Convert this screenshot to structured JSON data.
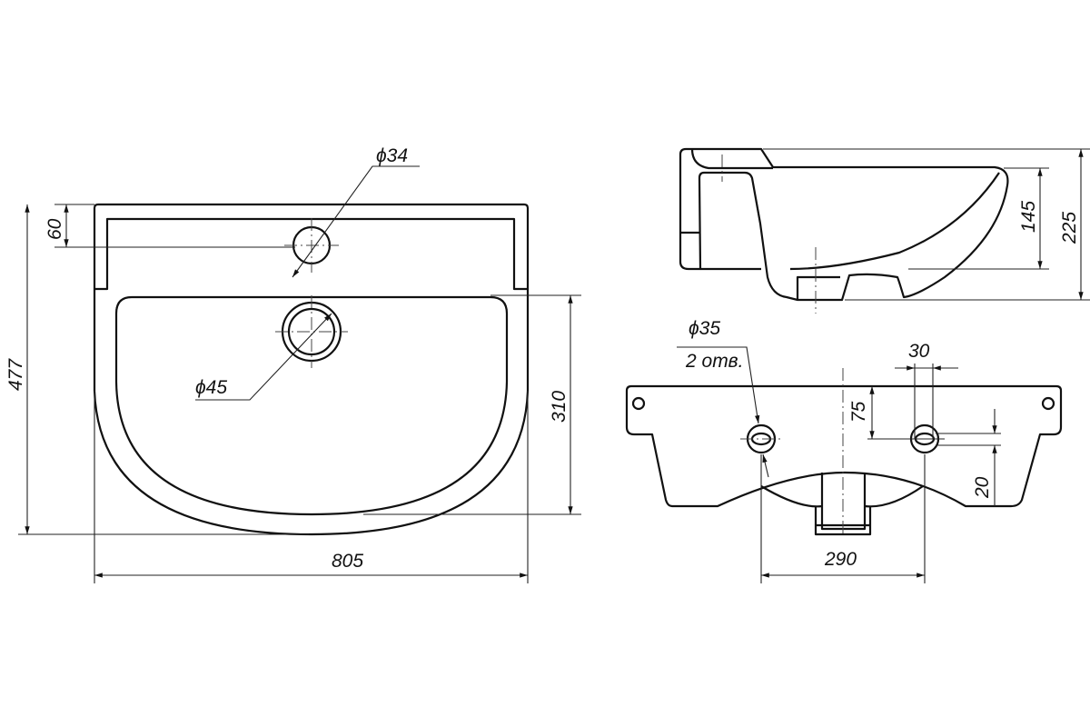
{
  "front_view": {
    "tap_hole_diameter": "ϕ34",
    "back_height": "60",
    "overall_depth": "477",
    "drain_diameter": "ϕ45",
    "bowl_depth": "310",
    "overall_width": "805"
  },
  "side_view": {
    "bowl_height": "145",
    "overall_height": "225"
  },
  "bottom_view": {
    "mount_hole_diameter": "ϕ35",
    "mount_hole_count": "2 отв.",
    "slot_length": "30",
    "hole_offset": "75",
    "slot_offset": "20",
    "hole_spacing": "290"
  }
}
